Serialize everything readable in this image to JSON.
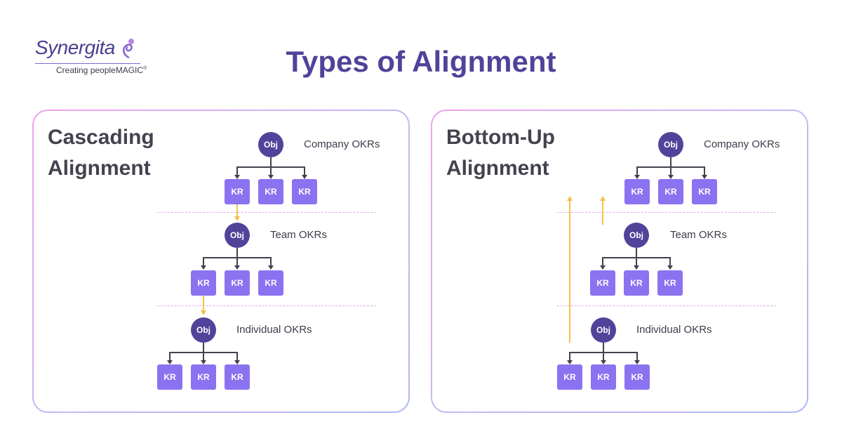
{
  "logo": {
    "name": "Synergita",
    "tagline": "Creating peopleMAGIC",
    "trademark": "®"
  },
  "title": "Types of Alignment",
  "obj_label": "Obj",
  "kr_label": "KR",
  "panels": [
    {
      "title_line1": "Cascading",
      "title_line2": "Alignment",
      "levels": [
        "Company OKRs",
        "Team OKRs",
        "Individual OKRs"
      ]
    },
    {
      "title_line1": "Bottom-Up",
      "title_line2": "Alignment",
      "levels": [
        "Company OKRs",
        "Team OKRs",
        "Individual OKRs"
      ]
    }
  ],
  "colors": {
    "brand": "#51429a",
    "kr": "#8b72f1",
    "arrow": "#f5c04a",
    "dash": "#e6a9e9"
  }
}
